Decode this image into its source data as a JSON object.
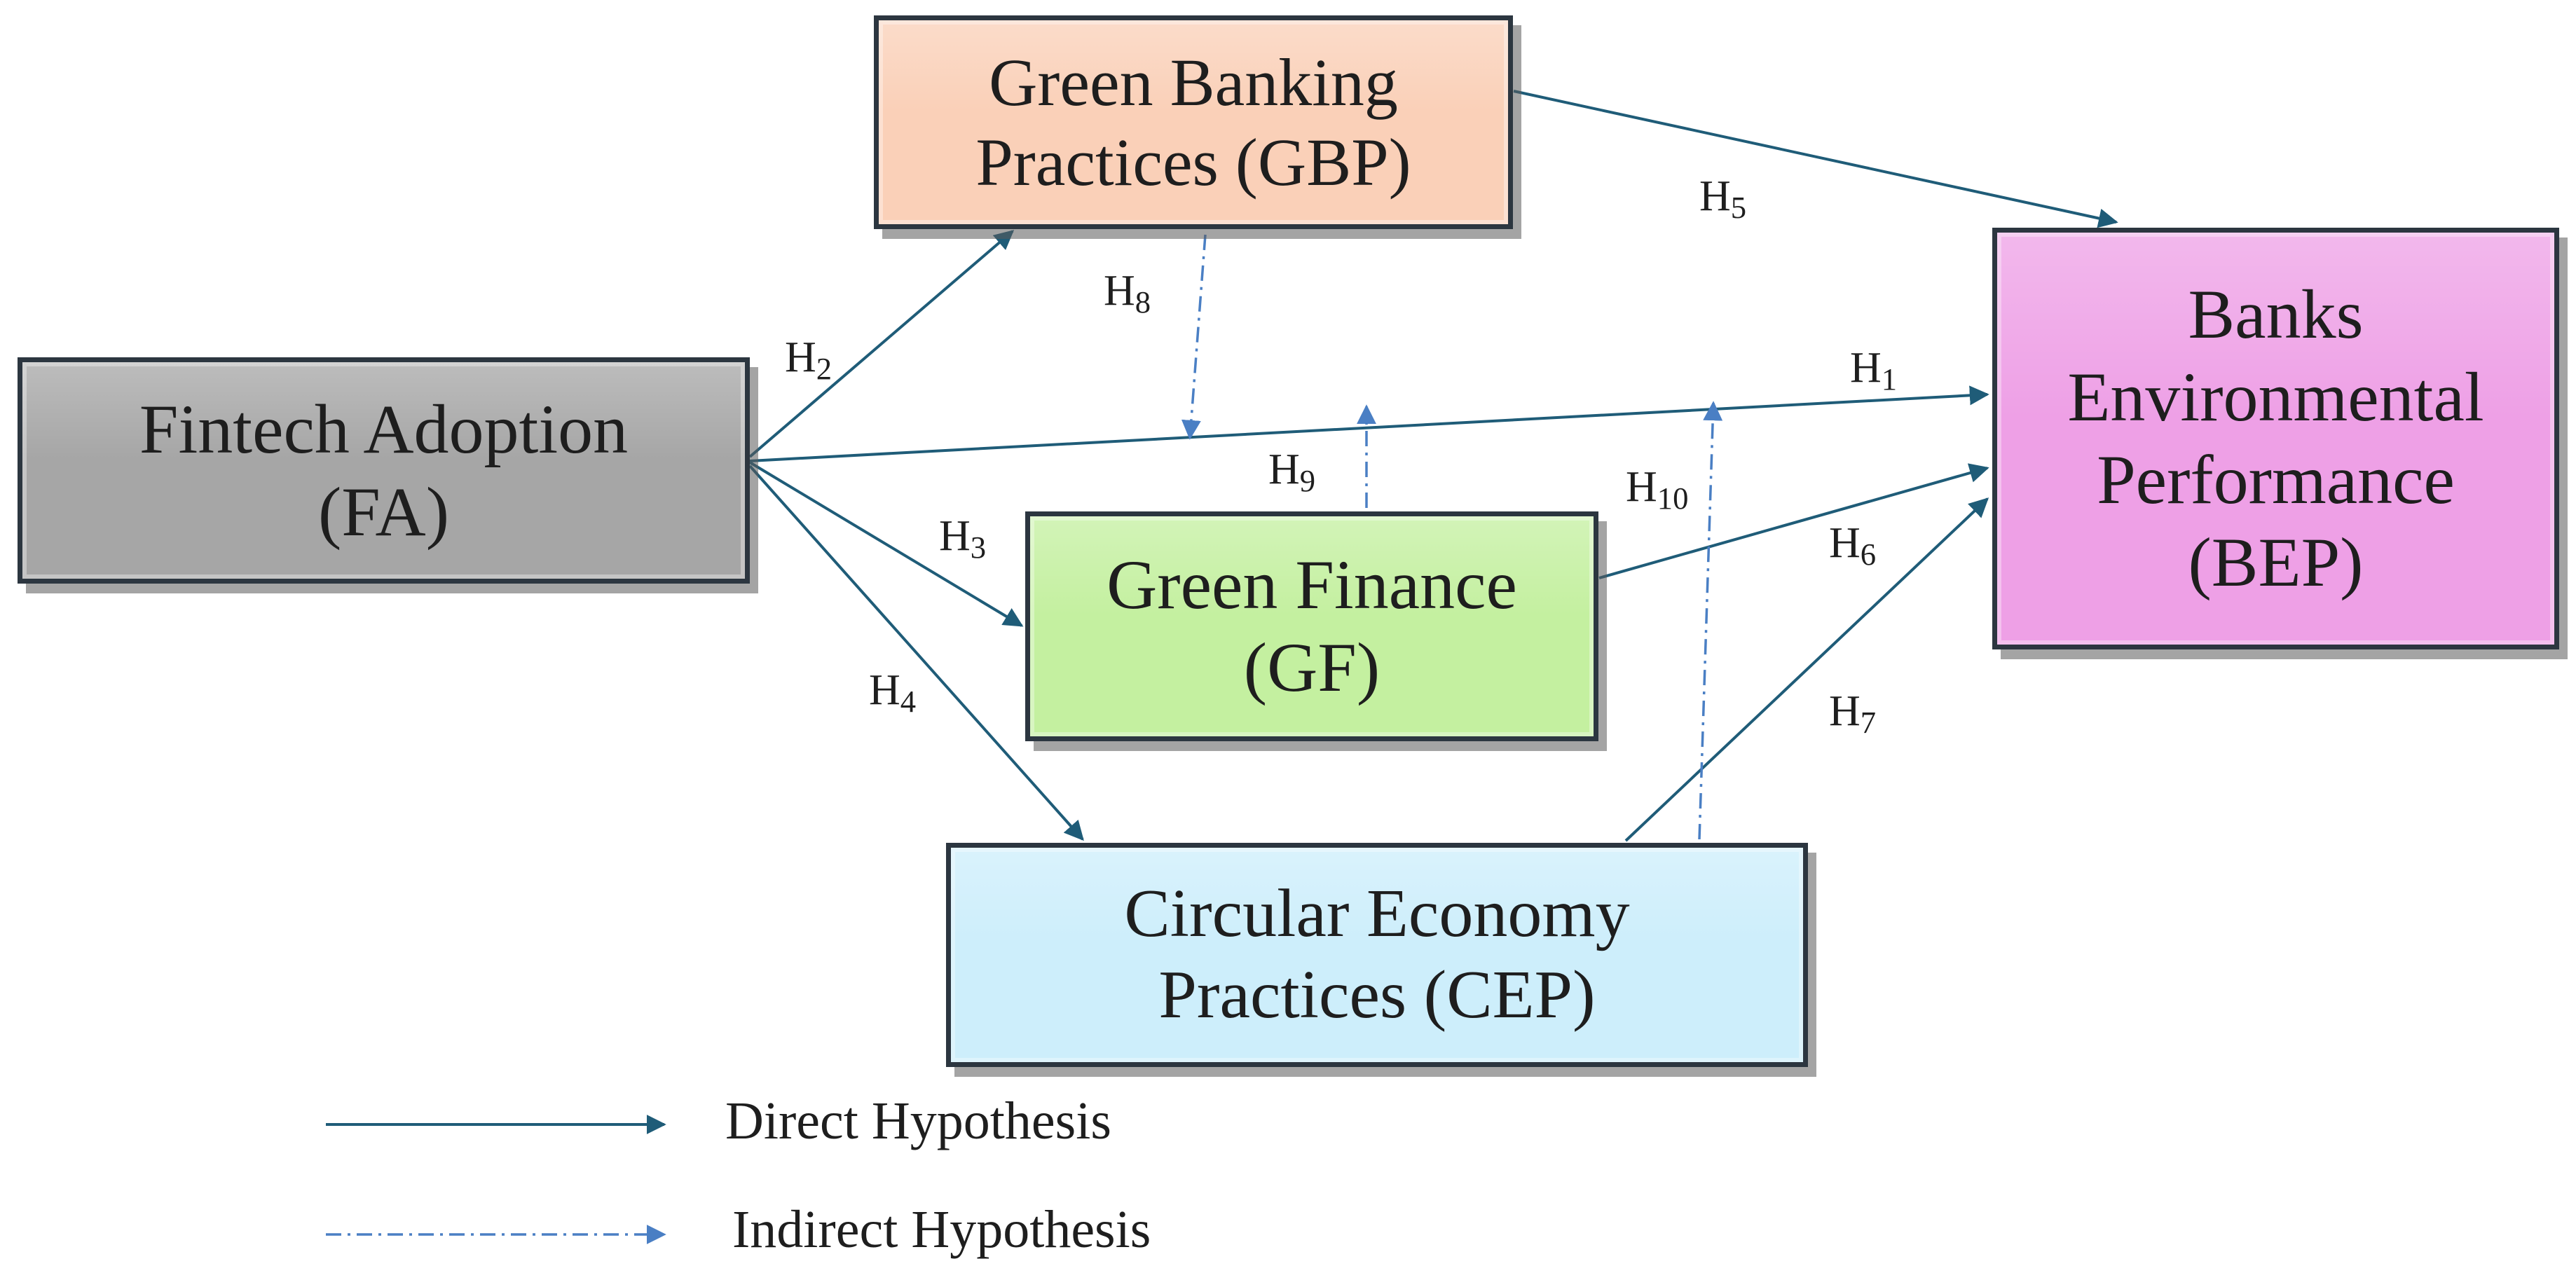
{
  "constructs": {
    "gbp": {
      "line1": "Green Banking",
      "line2": "Practices (GBP)",
      "fill": "#fad0b8"
    },
    "fa": {
      "line1": "Fintech Adoption",
      "line2": "(FA)",
      "fill": "#a6a6a6"
    },
    "gf": {
      "line1": "Green Finance",
      "line2": "(GF)",
      "fill": "#c4f0a0"
    },
    "cep": {
      "line1": "Circular Economy",
      "line2": "Practices (CEP)",
      "fill": "#cdeefb"
    },
    "bep": {
      "line1": "Banks",
      "line2": "Environmental",
      "line3": "Performance",
      "line4": "(BEP)",
      "fill": "#eea0e6"
    }
  },
  "hypotheses": {
    "h1": "H1",
    "h2": "H2",
    "h3": "H3",
    "h4": "H4",
    "h5": "H5",
    "h6": "H6",
    "h7": "H7",
    "h8": "H8",
    "h9": "H9",
    "h10": "H10"
  },
  "legend": {
    "direct": "Direct Hypothesis",
    "indirect": "Indirect Hypothesis"
  },
  "colors": {
    "arrow": "#1f5c78",
    "indirect_arrow": "#4a7fc4"
  }
}
